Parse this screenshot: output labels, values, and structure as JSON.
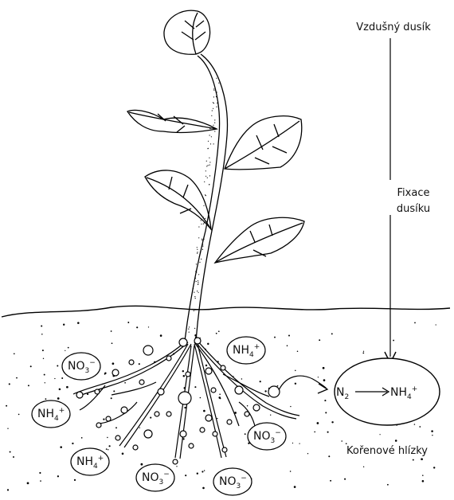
{
  "labels": {
    "air_nitrogen": "Vzdušný dusík",
    "fixation_line1": "Fixace",
    "fixation_line2": "dusíku",
    "root_nodules": "Kořenové hlízky"
  },
  "nodule_reaction": {
    "reactant": "N2",
    "product": "NH4+"
  },
  "ions": [
    {
      "base": "NO",
      "sub": "3",
      "sup": "−"
    },
    {
      "base": "NH",
      "sub": "4",
      "sup": "+"
    },
    {
      "base": "NH",
      "sub": "4",
      "sup": "+"
    },
    {
      "base": "NO",
      "sub": "3",
      "sup": "−"
    },
    {
      "base": "NH",
      "sub": "4",
      "sup": "+"
    },
    {
      "base": "NO",
      "sub": "3",
      "sup": "−"
    },
    {
      "base": "NO",
      "sub": "3",
      "sup": "−"
    }
  ]
}
